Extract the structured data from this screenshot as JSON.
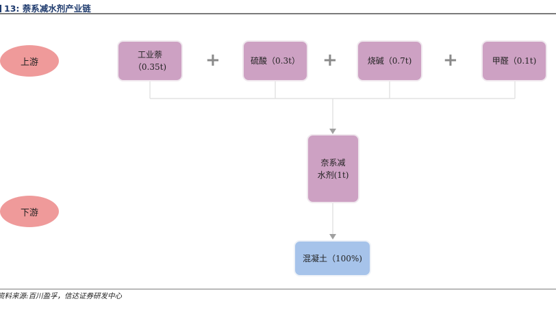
{
  "header": {
    "figure_number": "13:",
    "title": "萘系减水剂产业链"
  },
  "stages": {
    "upstream": "上游",
    "downstream": "下游"
  },
  "upstream_inputs": [
    {
      "line1": "工业萘",
      "line2": "（0.35t)"
    },
    {
      "line1": "硫酸（0.3t）",
      "line2": ""
    },
    {
      "line1": "烧碱（0.7t)",
      "line2": ""
    },
    {
      "line1": "甲醛（0.1t)",
      "line2": ""
    }
  ],
  "plus_symbol": "+",
  "product": {
    "line1": "奈系减",
    "line2": "水剂(1t)"
  },
  "downstream_output": {
    "label": "混凝土（100%)"
  },
  "footer": {
    "source": "资料来源:百川盈孚，信达证券研发中心"
  }
}
